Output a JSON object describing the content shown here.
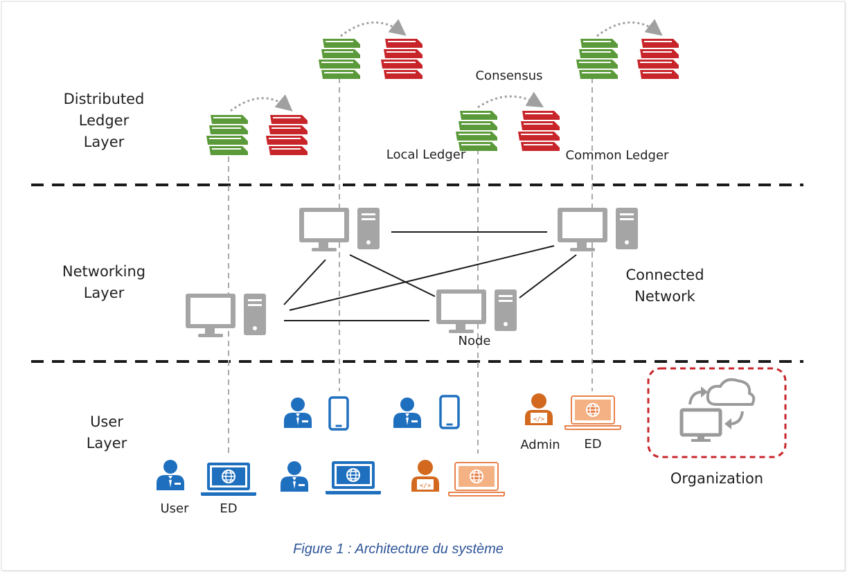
{
  "layers": {
    "distributed": [
      "Distributed",
      "Ledger",
      "Layer"
    ],
    "networking": [
      "Networking",
      "Layer"
    ],
    "user": [
      "User",
      "Layer"
    ]
  },
  "labels": {
    "consensus": "Consensus",
    "local_ledger": "Local Ledger",
    "common_ledger": "Common Ledger",
    "connected_network": [
      "Connected",
      "Network"
    ],
    "node": "Node",
    "user": "User",
    "ed": "ED",
    "admin": "Admin",
    "organization": "Organization"
  },
  "caption": "Figure 1 : Architecture du système",
  "colors": {
    "local_ledger": "#5b9a3a",
    "common_ledger": "#c8252b",
    "computer": "#a5a5a5",
    "user": "#1f6fbf",
    "admin": "#d2691e",
    "organization_border": "#c8252b",
    "caption": "#2e5597"
  }
}
